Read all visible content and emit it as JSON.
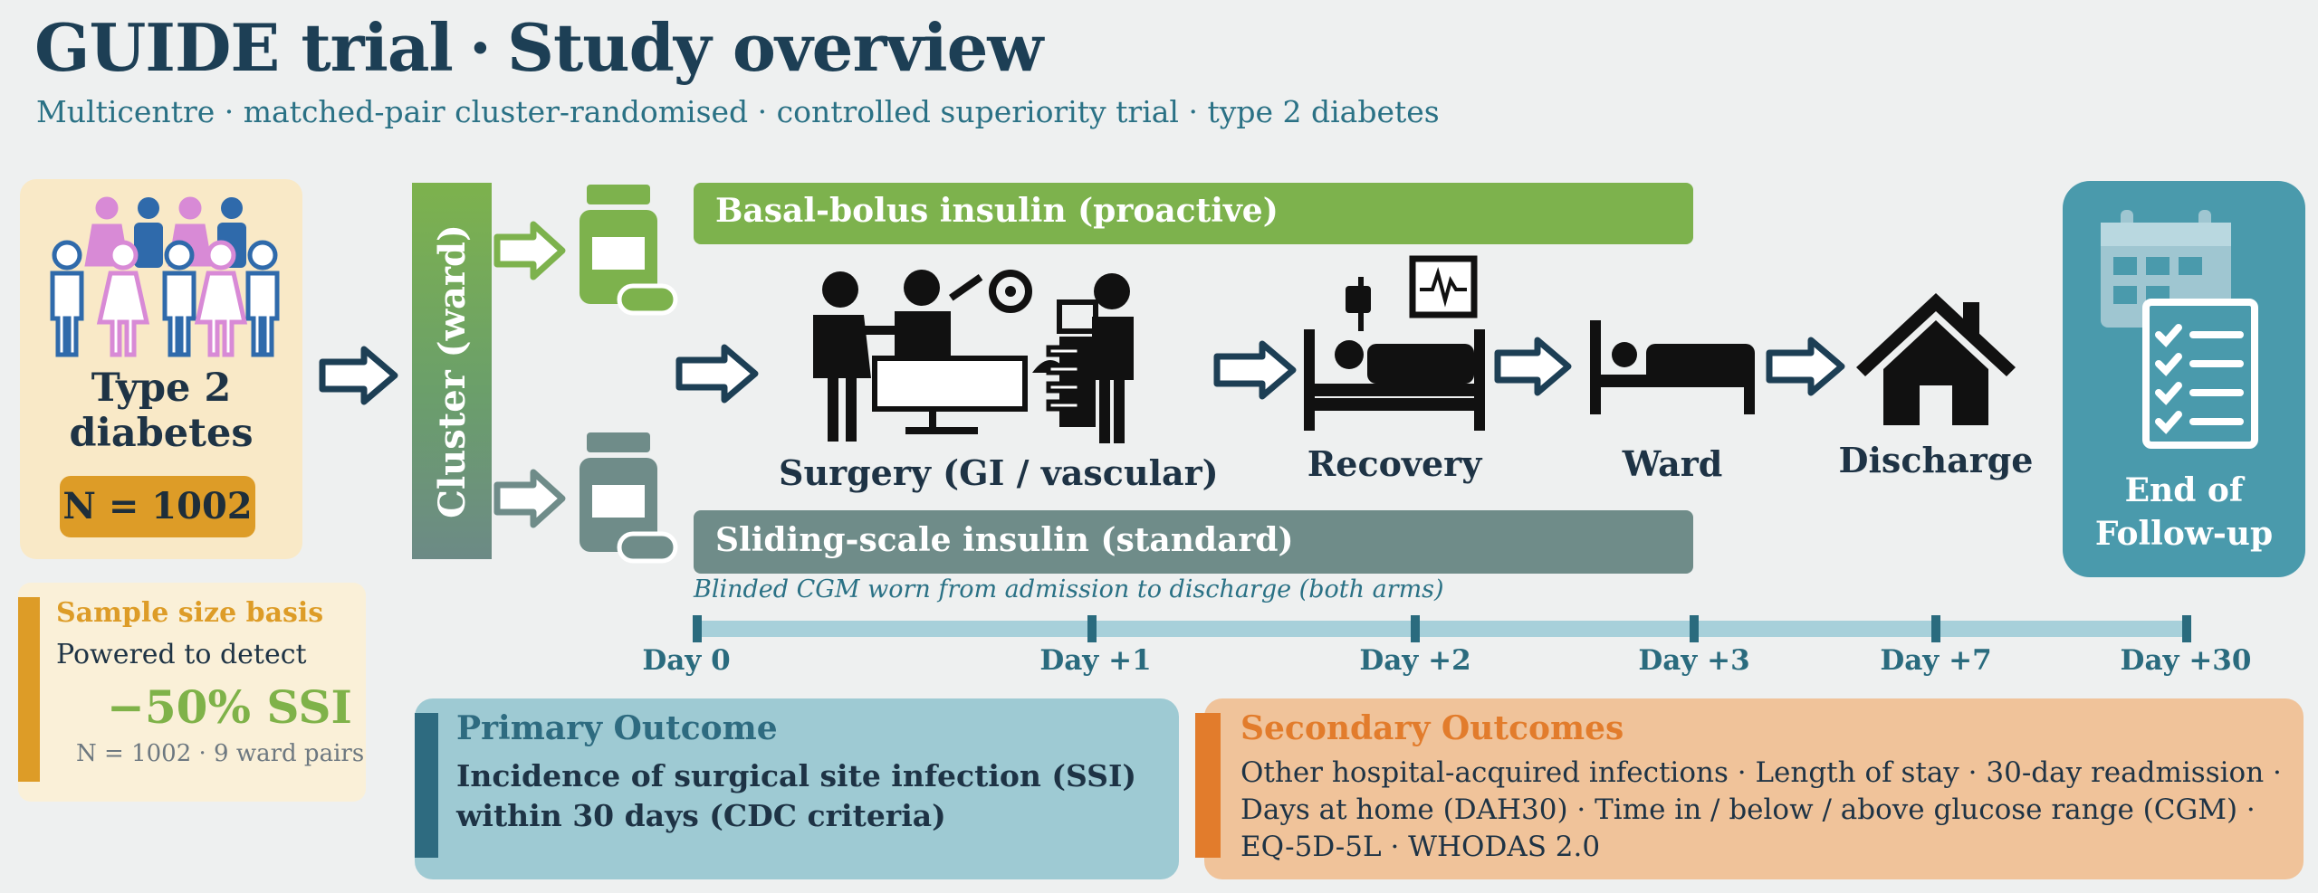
{
  "header": {
    "title_main": "GUIDE trial",
    "title_sep": "·",
    "title_sub": "Study overview",
    "subtitle": "Multicentre · matched-pair cluster-randomised · controlled superiority trial · type 2 diabetes"
  },
  "population": {
    "label_line1": "Type 2",
    "label_line2": "diabetes",
    "n": "N = 1002"
  },
  "sample_size": {
    "title": "Sample size basis",
    "line": "Powered to detect",
    "effect": "−50% SSI",
    "footnote": "N = 1002 · 9 ward pairs"
  },
  "cluster": {
    "label": "Cluster (ward)"
  },
  "arms": {
    "intervention": "Basal-bolus insulin (proactive)",
    "control": "Sliding-scale insulin (standard)"
  },
  "steps": {
    "surgery": "Surgery (GI / vascular)",
    "recovery": "Recovery",
    "ward": "Ward",
    "discharge": "Discharge"
  },
  "end": {
    "line1": "End of",
    "line2": "Follow-up"
  },
  "timeline": {
    "note": "Blinded CGM worn from admission to discharge (both arms)",
    "days": [
      "Day 0",
      "Day +1",
      "Day +2",
      "Day +3",
      "Day +7",
      "Day +30"
    ]
  },
  "primary": {
    "title": "Primary Outcome",
    "text": "Incidence of surgical site infection (SSI) within 30 days (CDC criteria)"
  },
  "secondary": {
    "title": "Secondary Outcomes",
    "text": "Other hospital-acquired infections · Length of stay · 30-day readmission · Days at home (DAH30) · Time in / below / above glucose range (CGM) · EQ-5D-5L · WHODAS 2.0"
  },
  "colors": {
    "title": "#1d3f55",
    "accent_teal": "#2a7185",
    "intervention_green": "#7db24d",
    "control_grey": "#6f8c89",
    "sample_gold": "#dd9c27",
    "secondary_orange": "#e27c2c",
    "end_teal": "#4a9aac",
    "women_pink": "#d88ad6",
    "men_blue": "#2f6aab"
  },
  "icons": [
    "people-group-icon",
    "arrow-right-icon",
    "pill-bottle-icon",
    "surgery-team-icon",
    "hospital-bed-icon",
    "heart-monitor-icon",
    "ward-bed-icon",
    "house-icon",
    "calendar-icon",
    "checklist-icon"
  ]
}
